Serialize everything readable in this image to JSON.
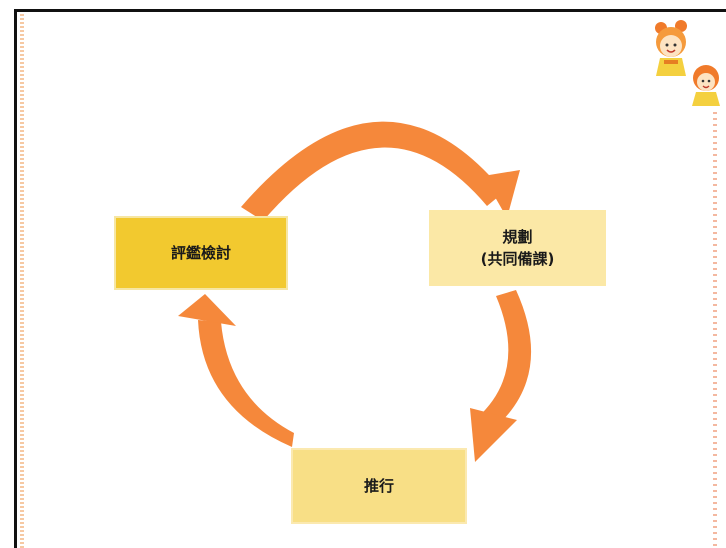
{
  "diagram": {
    "nodes": {
      "evaluate": "評鑑檢討",
      "plan_line1": "規劃",
      "plan_line2": "(共同備課)",
      "implement": "推行"
    }
  },
  "colors": {
    "arrow": "#f5883b",
    "evaluate_box": "#f2c92f",
    "plan_box": "#fbe8a6",
    "implement_box": "#f8df86"
  },
  "icons": {
    "mascot": "cartoon-children-icon"
  }
}
